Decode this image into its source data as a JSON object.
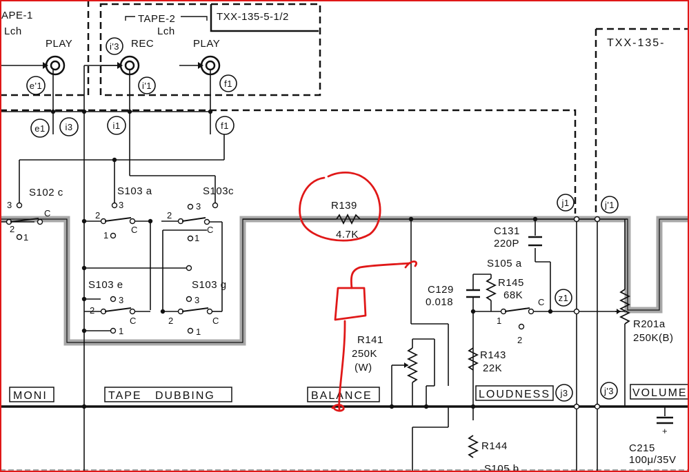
{
  "colors": {
    "ink": "#111111",
    "annotation": "#e01818",
    "shield": "#a8a8a8",
    "frame": "#e01818"
  },
  "blocks": {
    "tape1_title": "APE-1",
    "tape1_lch": "Lch",
    "tape1_play": "PLAY",
    "tape2_title": "TAPE-2",
    "tape2_lch": "Lch",
    "tape2_rec": "REC",
    "tape2_play": "PLAY",
    "board_a": "TXX-135-5-1/2",
    "board_b": "TXX-135-"
  },
  "terminals": {
    "e1p": "e'1",
    "e1": "e1",
    "i3p": "i'3",
    "i1p": "i'1",
    "i3": "i3",
    "i1": "i1",
    "f1p": "f1",
    "f1": "f1",
    "j1": "j1",
    "j1p": "j'1",
    "z1": "z1",
    "j3": "j3",
    "j3p": "j'3"
  },
  "switches": {
    "s102c": "S102 c",
    "s103a": "S103 a",
    "s103c": "S103c",
    "s103e": "S103 e",
    "s103g": "S103 g",
    "s105a": "S105 a",
    "s105b": "S105 b"
  },
  "switch_positions": {
    "p1": "1",
    "p2": "2",
    "p3": "3",
    "pc": "C"
  },
  "components": {
    "r139_name": "R139",
    "r139_val": "4.7K",
    "c131_name": "C131",
    "c131_val": "220P",
    "r145_name": "R145",
    "r145_val": "68K",
    "c129_name": "C129",
    "c129_val": "0.018",
    "r141_name": "R141",
    "r141_val": "250K",
    "r141_taper": "(W)",
    "r143_name": "R143",
    "r143_val": "22K",
    "r144_name": "R144",
    "r201a_name": "R201a",
    "r201a_val": "250K(B)",
    "c215_name": "C215",
    "c215_val": "100μ/35V"
  },
  "sections": {
    "moni": "MONI",
    "tape_dubbing": "TAPE   DUBBING",
    "balance": "BALANCE",
    "loudness": "LOUDNESS",
    "volume": "VOLUME"
  }
}
